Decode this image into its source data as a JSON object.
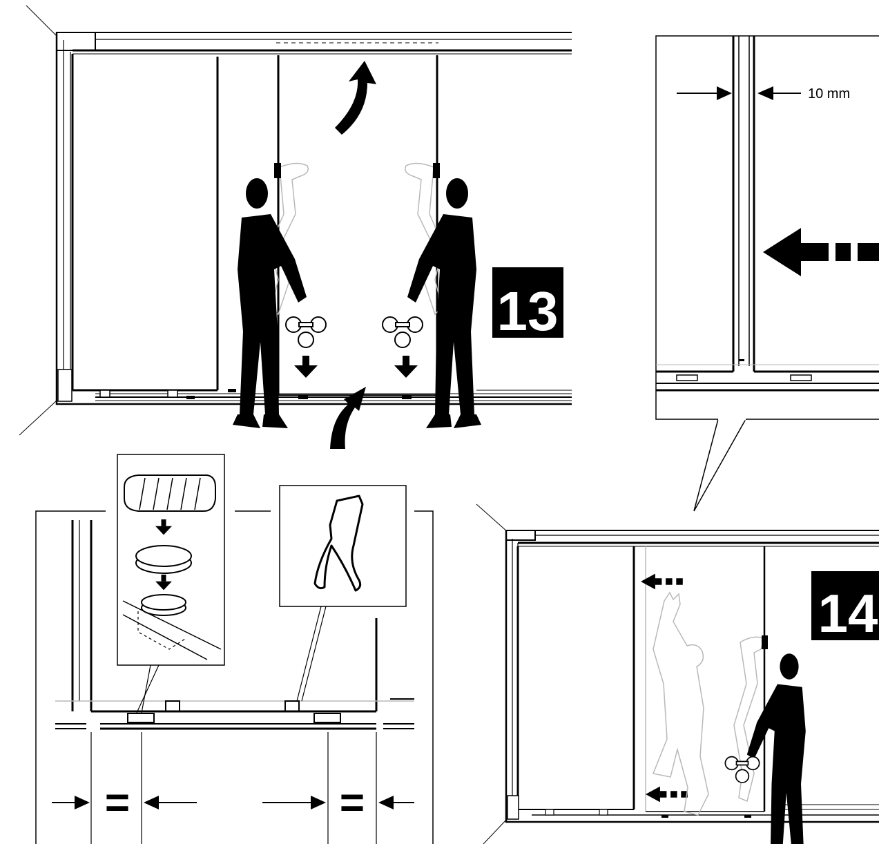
{
  "steps": [
    {
      "number": "13"
    },
    {
      "number": "14"
    }
  ],
  "dimension": {
    "label": "10 mm"
  },
  "equal_mark": {
    "symbol": "="
  },
  "colors": {
    "ink": "#000000",
    "paper": "#ffffff",
    "ghost": "#b8b8b8"
  },
  "icons": [
    "person-icon",
    "suction-lifter-icon",
    "arrow-icon",
    "glide-pad-icon",
    "hook-bracket-icon"
  ]
}
